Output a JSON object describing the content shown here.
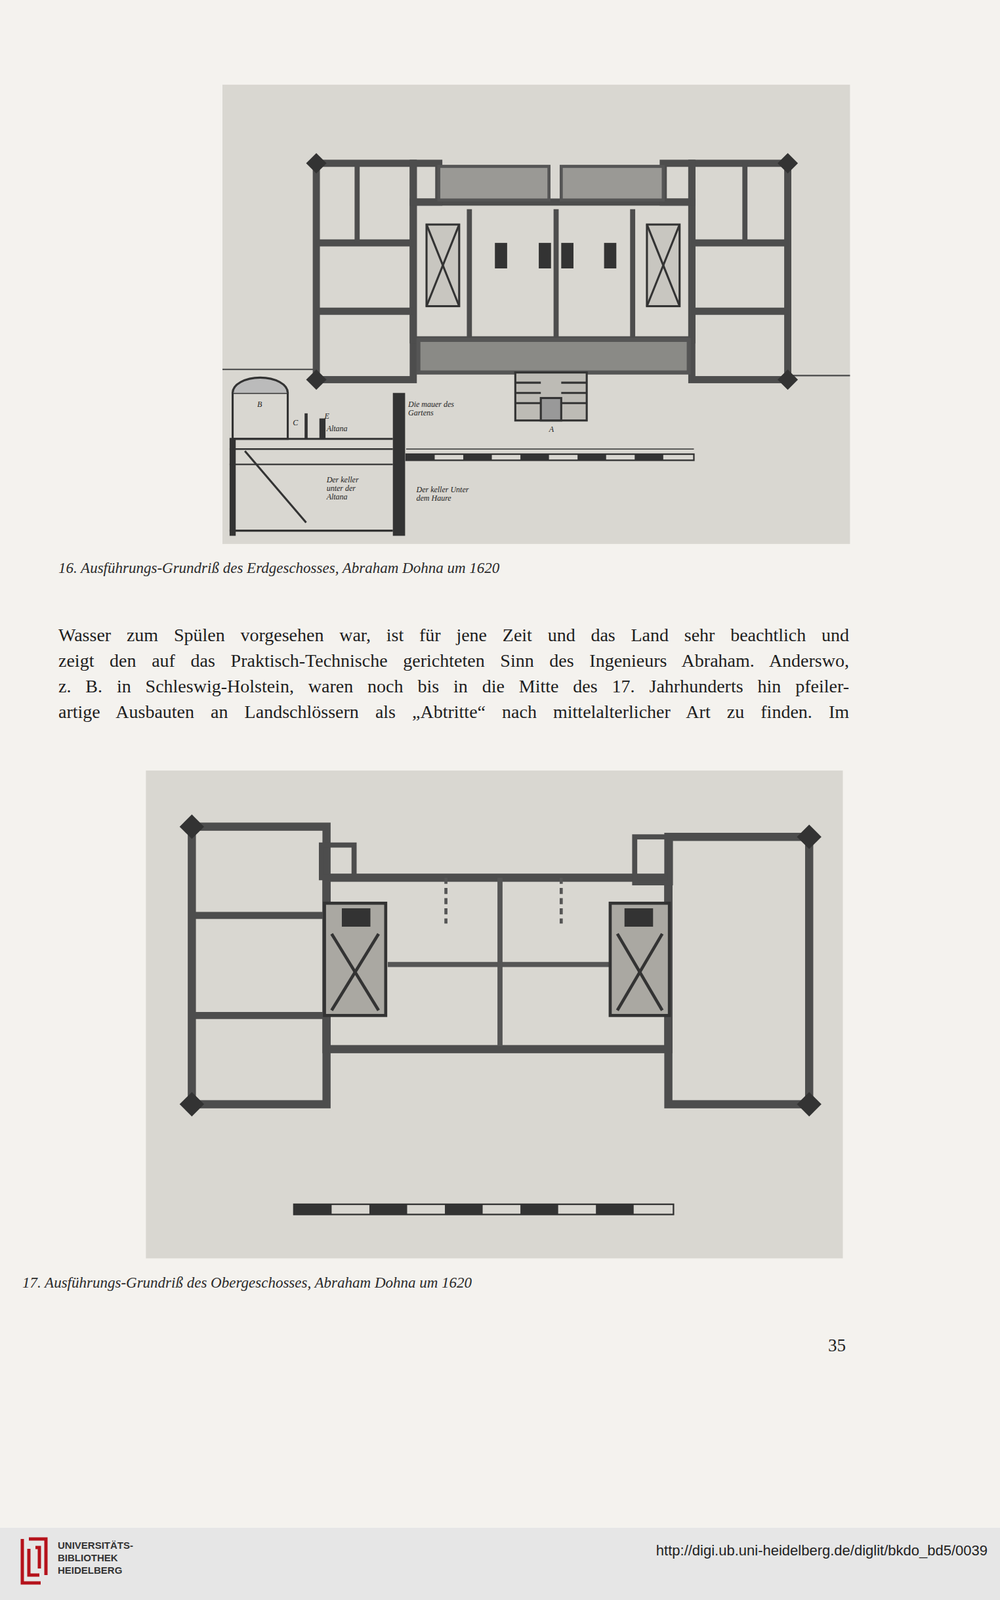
{
  "diagram": {
    "labels": [
      "Die mauer des Gartens",
      "B",
      "C",
      "E",
      "Altana",
      "A",
      "Der keller unter der Altana",
      "Der keller Unter dem Haure",
      "16. Ausführungs-Grundriß des Erdgeschosses, Abraham Dohna um 1620",
      "Wasser zum Spülen vorgesehen war, ist für jene Zeit und das Land sehr beachtlich und",
      "zeigt den auf das Praktisch-Technische gerichteten Sinn des Ingenieurs Abraham. Anderswo,",
      "z. B. in Schleswig-Holstein, waren noch bis in die Mitte des 17. Jahrhunderts hin pfeiler-",
      "artige Ausbauten an Landschlössern als „Abtritte“ nach mittelalterlicher Art zu finden. Im",
      "17. Ausführungs-Grundriß des Obergeschosses, Abraham Dohna um 1620",
      "35",
      "UNIVERSITÄTS-",
      "BIBLIOTHEK",
      "HEIDELBERG",
      "http://digi.ub.uni-heidelberg.de/diglit/bkdo_bd5/0039"
    ]
  }
}
